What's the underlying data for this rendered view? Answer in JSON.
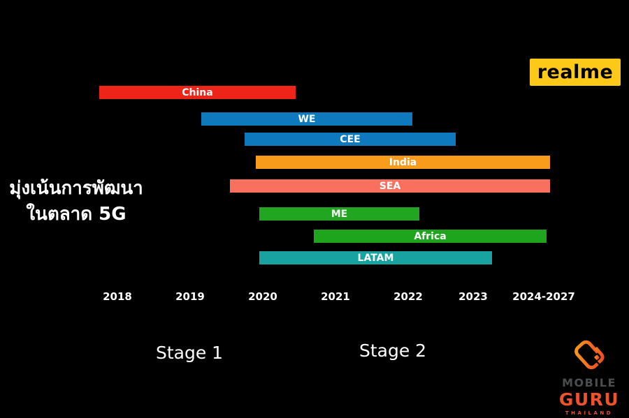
{
  "background_color": "#000000",
  "brand_logo": {
    "label": "realme",
    "bg_color": "#FDC918",
    "text_color": "#000000"
  },
  "heading": {
    "line1": "มุ่งเน้นการพัฒนา",
    "line2": "ในตลาด 5G"
  },
  "chart_data": {
    "type": "bar",
    "subtype": "horizontal-gantt-timeline",
    "title": "มุ่งเน้นการพัฒนา ในตลาด 5G",
    "x_axis": {
      "tick_labels": [
        "2018",
        "2019",
        "2020",
        "2021",
        "2022",
        "2023",
        "2024-2027"
      ],
      "range_years": [
        2017.5,
        2027
      ]
    },
    "series": [
      {
        "name": "China",
        "start": 2017.75,
        "end": 2020.45,
        "color": "#EE2418"
      },
      {
        "name": "WE",
        "start": 2019.15,
        "end": 2022.05,
        "color": "#0F79BE"
      },
      {
        "name": "CEE",
        "start": 2019.75,
        "end": 2022.65,
        "color": "#0F79BE"
      },
      {
        "name": "India",
        "start": 2019.9,
        "end": 2023.95,
        "color": "#F99C1B"
      },
      {
        "name": "SEA",
        "start": 2019.55,
        "end": 2023.95,
        "color": "#F9705F"
      },
      {
        "name": "ME",
        "start": 2019.95,
        "end": 2022.15,
        "color": "#22A622"
      },
      {
        "name": "Africa",
        "start": 2020.7,
        "end": 2023.9,
        "color": "#1FA51D"
      },
      {
        "name": "LATAM",
        "start": 2019.95,
        "end": 2023.15,
        "color": "#18A3A0"
      }
    ],
    "stage_labels": [
      "Stage 1",
      "Stage 2"
    ],
    "grid": false,
    "legend_position": "none"
  },
  "watermark": {
    "line1": "MOBILE",
    "line2": "GURU",
    "line3": "THAILAND",
    "icon": "mobile-guru-phone-g-icon",
    "accent_color": "#F1512B",
    "mobile_color": "#4B4D4F"
  }
}
